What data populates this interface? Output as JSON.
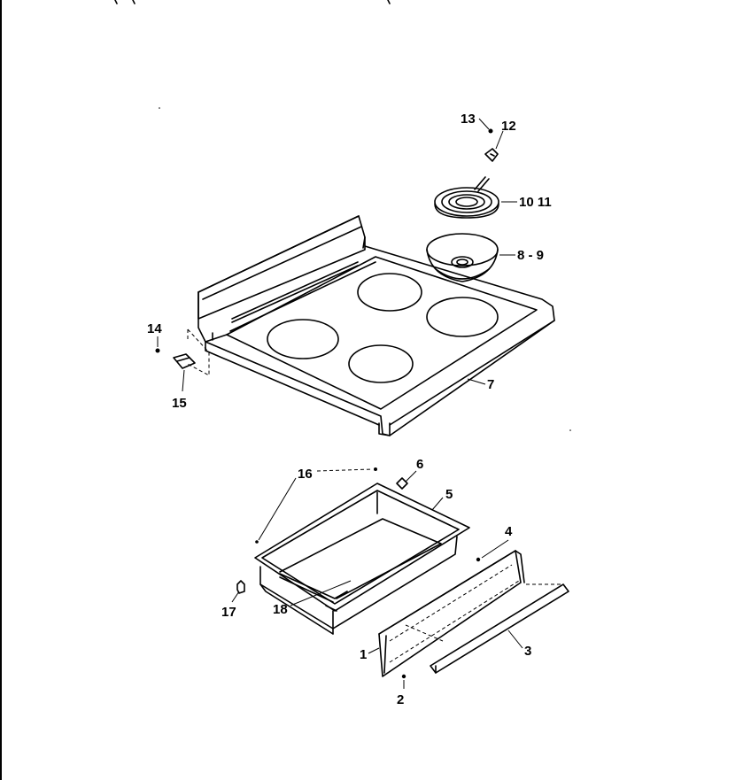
{
  "diagram": {
    "callouts": [
      {
        "id": "c13",
        "text": "13"
      },
      {
        "id": "c12",
        "text": "12"
      },
      {
        "id": "c1011",
        "text": "10 11"
      },
      {
        "id": "c89",
        "text": "8 - 9"
      },
      {
        "id": "c14",
        "text": "14"
      },
      {
        "id": "c15",
        "text": "15"
      },
      {
        "id": "c7",
        "text": "7"
      },
      {
        "id": "c16",
        "text": "16"
      },
      {
        "id": "c6",
        "text": "6"
      },
      {
        "id": "c5",
        "text": "5"
      },
      {
        "id": "c4",
        "text": "4"
      },
      {
        "id": "c17",
        "text": "17"
      },
      {
        "id": "c18",
        "text": "18"
      },
      {
        "id": "c1",
        "text": "1"
      },
      {
        "id": "c3",
        "text": "3"
      },
      {
        "id": "c2",
        "text": "2"
      }
    ]
  }
}
